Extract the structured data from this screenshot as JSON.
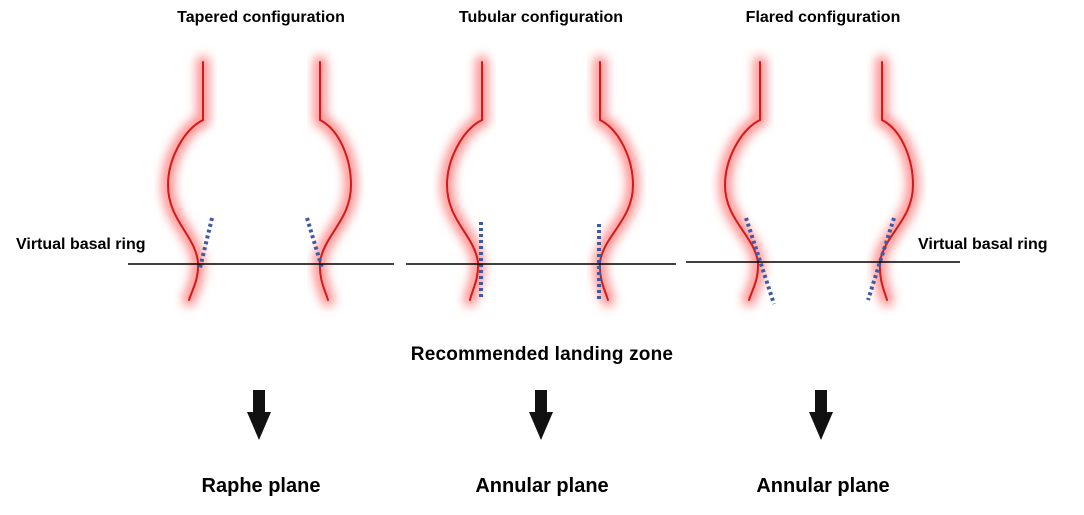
{
  "titles": [
    "Tapered configuration",
    "Tubular configuration",
    "Flared configuration"
  ],
  "basal_ring_label": "Virtual basal ring",
  "landing_zone_label": "Recommended landing zone",
  "planes": [
    "Raphe plane",
    "Annular plane",
    "Annular plane"
  ],
  "colors": {
    "wall": "#d11a1a",
    "glow": "#ff6b6b",
    "dotted_line": "#3b5ba5",
    "basal_line": "#000000",
    "arrow": "#111111"
  }
}
